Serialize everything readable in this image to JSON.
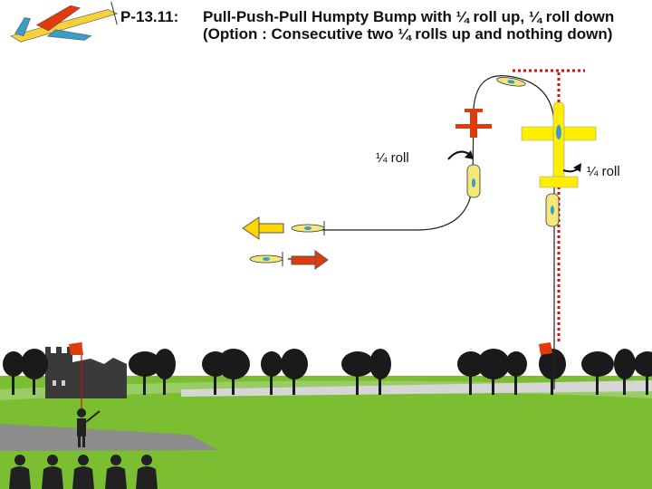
{
  "figure": {
    "code": "P-13.11:",
    "title": "Pull-Push-Pull Humpty Bump with ¼ roll up, ¼ roll down (Option : Consecutive two ¼ rolls up and nothing down)",
    "left_roll_label": "¼ roll",
    "right_roll_label": "¼ roll"
  },
  "colors": {
    "sky": "#ffffff",
    "grass": "#7cbe31",
    "grass_far": "#99cc66",
    "runway": "#8c8c8c",
    "tree": "#1a1a1a",
    "flight_path": "#222222",
    "vertical_line_dashed": "#cc1111",
    "arrow_left": "#ffd400",
    "arrow_right": "#e23a0c",
    "plane_body": "#f3e77a",
    "plane_highlight": "#ffee00",
    "flag": "#e23a0c"
  }
}
